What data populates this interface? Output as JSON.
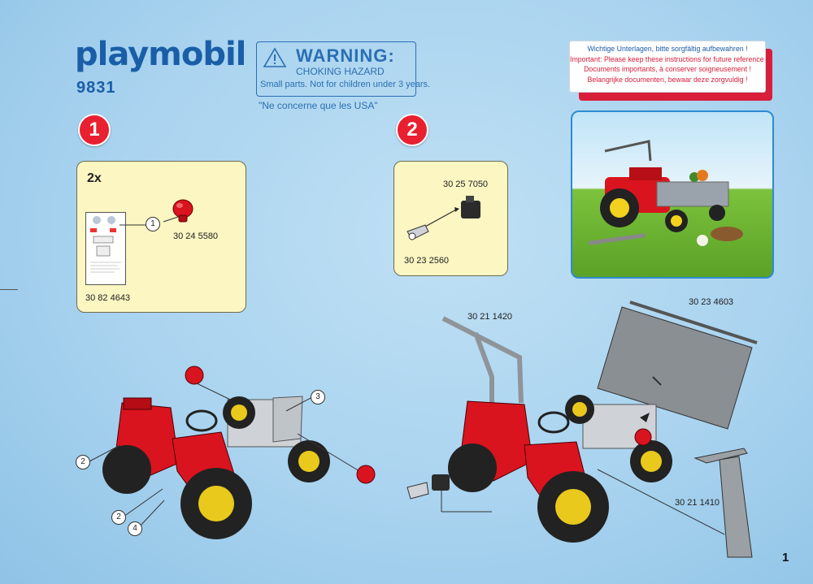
{
  "header": {
    "brand": "playmobil",
    "registered": "®",
    "model_number": "9831"
  },
  "warning": {
    "title": "WARNING:",
    "subtitle": "CHOKING HAZARD",
    "text": "Small parts. Not for children under 3 years.",
    "usa_note": "\"Ne concerne que les USA\""
  },
  "keep_notice": [
    "Wichtige Unterlagen, bitte sorgfältig aufbewahren !",
    "Important: Please keep these instructions for future reference !",
    "Documents importants, à conserver soigneusement !",
    "Belangrijke documenten, bewaar deze zorgvuldig !"
  ],
  "steps": [
    {
      "number": "1",
      "quantity": "2x",
      "callout": "1",
      "parts": [
        "30 24 5580",
        "30 82 4643"
      ]
    },
    {
      "number": "2",
      "parts": [
        "30 25 7050",
        "30 23 2560"
      ]
    }
  ],
  "assembly": {
    "callouts": [
      "2",
      "2",
      "4",
      "3"
    ],
    "parts": [
      "30 21 1420",
      "30 23 4603",
      "30 21 1410"
    ]
  },
  "page_number": "1",
  "colors": {
    "brand_blue": "#1a5ea8",
    "step_red": "#e8202f",
    "panel_yellow": "#fbf6c2",
    "tractor_red": "#d9141e",
    "wheel_yellow": "#f2d21e"
  }
}
